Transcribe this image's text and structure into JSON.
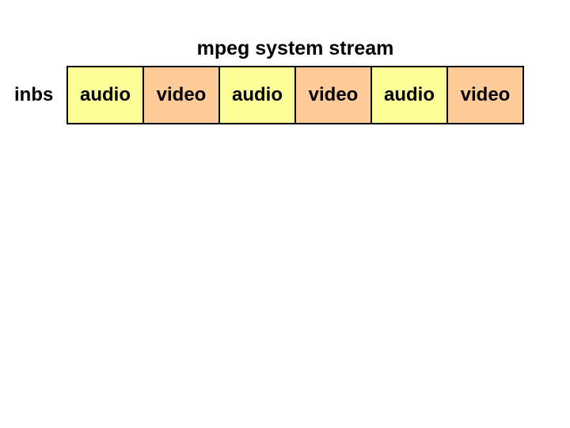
{
  "slide": {
    "title": "mpeg system stream",
    "row_label": "inbs"
  },
  "stream": {
    "cells": [
      {
        "type": "audio",
        "label": "audio"
      },
      {
        "type": "video",
        "label": "video"
      },
      {
        "type": "audio",
        "label": "audio"
      },
      {
        "type": "video",
        "label": "video"
      },
      {
        "type": "audio",
        "label": "audio"
      },
      {
        "type": "video",
        "label": "video"
      }
    ]
  },
  "colors": {
    "audio_fill": "#FFFF99",
    "video_fill": "#FFCC99",
    "border": "#000000",
    "text": "#000000",
    "background": "#FFFFFF"
  }
}
